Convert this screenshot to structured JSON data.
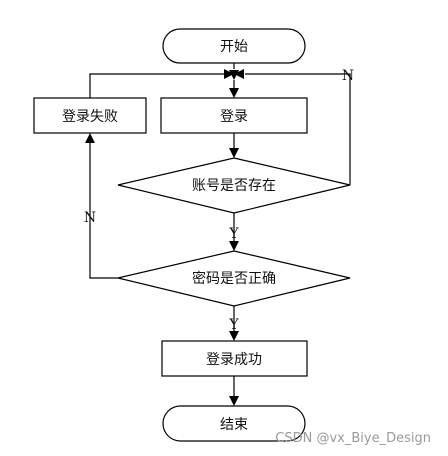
{
  "flowchart": {
    "nodes": {
      "start": "开始",
      "login": "登录",
      "login_failed": "登录失败",
      "account_exists": "账号是否存在",
      "password_correct": "密码是否正确",
      "login_success": "登录成功",
      "end": "结束"
    },
    "edge_labels": {
      "account_no": "N",
      "account_yes": "Y",
      "password_no": "N",
      "password_yes": "Y"
    }
  },
  "watermark": "CSDN @vx_Biye_Design"
}
